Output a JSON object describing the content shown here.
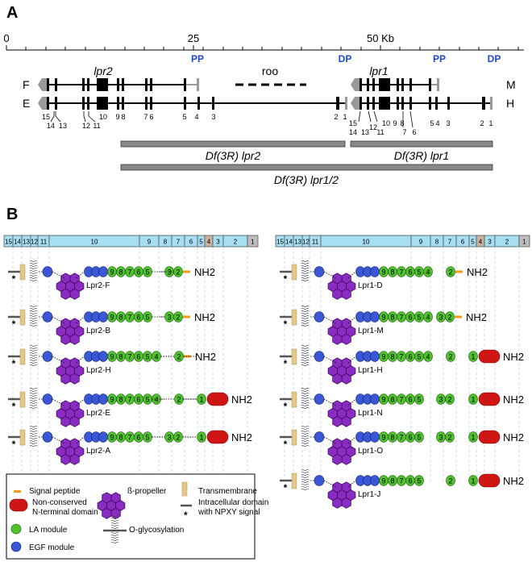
{
  "panel_a": {
    "label": "A",
    "scale": {
      "ticks": [
        "0",
        "25",
        "50 Kb"
      ]
    },
    "markers": [
      "PP",
      "DP",
      "PP",
      "DP"
    ],
    "gene_names": [
      "lpr2",
      "roo",
      "lpr1"
    ],
    "isoform_letters": {
      "left": [
        "F",
        "E"
      ],
      "right": [
        "M",
        "H"
      ]
    },
    "lpr2_exons": [
      "15",
      "14",
      "13",
      "12",
      "11",
      "10",
      "9",
      "8",
      "7",
      "6",
      "5",
      "4",
      "3",
      "2",
      "1"
    ],
    "lpr1_exons": [
      "15",
      "14",
      "13",
      "12",
      "11",
      "10",
      "9",
      "8",
      "7",
      "6",
      "5",
      "4",
      "3",
      "2",
      "1"
    ],
    "deficiencies": [
      "Df(3R) lpr2",
      "Df(3R) lpr1",
      "Df(3R) lpr1/2"
    ]
  },
  "panel_b": {
    "label": "B",
    "exon_bar": [
      "15",
      "14",
      "13",
      "12",
      "11",
      "10",
      "9",
      "8",
      "7",
      "6",
      "5",
      "4",
      "3",
      "2",
      "1"
    ],
    "lpr2_isoforms": [
      {
        "name": "Lpr2-F",
        "la": [
          "9",
          "8",
          "7",
          "6",
          "5",
          "3",
          "2"
        ],
        "end": "NH2"
      },
      {
        "name": "Lpr2-B",
        "la": [
          "9",
          "8",
          "7",
          "6",
          "5",
          "3",
          "2"
        ],
        "end": "NH2"
      },
      {
        "name": "Lpr2-H",
        "la": [
          "9",
          "8",
          "7",
          "6",
          "5",
          "4",
          "2"
        ],
        "end": "NH2"
      },
      {
        "name": "Lpr2-E",
        "la": [
          "9",
          "8",
          "7",
          "6",
          "5",
          "4",
          "2",
          "1"
        ],
        "end": "NH2"
      },
      {
        "name": "Lpr2-A",
        "la": [
          "9",
          "8",
          "7",
          "6",
          "5",
          "3",
          "2",
          "1"
        ],
        "end": "NH2"
      }
    ],
    "lpr1_isoforms": [
      {
        "name": "Lpr1-D",
        "la": [
          "9",
          "8",
          "7",
          "6",
          "5",
          "4",
          "2"
        ],
        "end": "NH2"
      },
      {
        "name": "Lpr1-M",
        "la": [
          "9",
          "8",
          "7",
          "6",
          "5",
          "4",
          "3",
          "2"
        ],
        "end": "NH2"
      },
      {
        "name": "Lpr1-H",
        "la": [
          "9",
          "8",
          "7",
          "6",
          "5",
          "4",
          "2",
          "1"
        ],
        "end": "NH2"
      },
      {
        "name": "Lpr1-N",
        "la": [
          "9",
          "8",
          "7",
          "6",
          "5",
          "3",
          "2",
          "1"
        ],
        "end": "NH2"
      },
      {
        "name": "Lpr1-O",
        "la": [
          "9",
          "8",
          "7",
          "6",
          "5",
          "3",
          "2",
          "1"
        ],
        "end": "NH2"
      },
      {
        "name": "Lpr1-J",
        "la": [
          "9",
          "8",
          "7",
          "6",
          "5",
          "2",
          "1"
        ],
        "end": "NH2"
      }
    ],
    "legend": {
      "signal_peptide": "Signal peptide",
      "non_conserved_1": "Non-conserved",
      "non_conserved_2": "N-terminal domain",
      "la_module": "LA module",
      "egf_module": "EGF module",
      "beta_propeller": "ß-propeller",
      "o_glycosylation": "O-glycosylation",
      "transmembrane": "Transmembrane",
      "intracellular_1": "Intracellular domain",
      "intracellular_2": "with NPXY signal"
    },
    "colors": {
      "la": "#4fc12c",
      "egf": "#3a57d6",
      "propeller": "#8a2bc2",
      "nterm": "#d01515",
      "signal": "#f39a1a",
      "tm": "#e2c98a",
      "bar_blue": "#a6def2",
      "bar_brown": "#c9b3a0",
      "bar_gray": "#bdbdbd",
      "marker": "#1f47cf"
    }
  }
}
